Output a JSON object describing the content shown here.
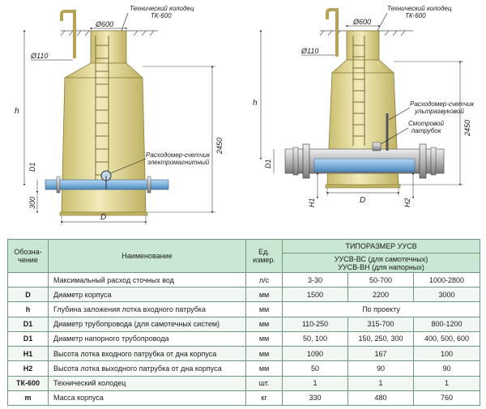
{
  "diagram_left": {
    "well_label_line1": "Технический колодец",
    "well_label_line2": "ТК-600",
    "neck_dim": "Ø600",
    "pipe_dim": "Ø110",
    "meter_label_line1": "Расходомер-счетчик",
    "meter_label_line2": "электромагнитный",
    "height_label": "h",
    "total_height": "2450",
    "d1_label": "D1",
    "bottom_dim": "300",
    "diameter_label": "D"
  },
  "diagram_right": {
    "well_label_line1": "Технический колодец",
    "well_label_line2": "ТК-600",
    "neck_dim": "Ø600",
    "pipe_dim": "Ø110",
    "meter_label_line1": "Расходомер-счетчик",
    "meter_label_line2": "ультразвуковой",
    "sight_label_line1": "Смотровой",
    "sight_label_line2": "патрубок",
    "height_label": "h",
    "total_height": "2450",
    "d1_label": "D1",
    "h1_label": "H1",
    "h2_label": "H2",
    "diameter_label": "D"
  },
  "table": {
    "col_code_line1": "Обозна-",
    "col_code_line2": "чение",
    "col_name": "Наименование",
    "col_unit_line1": "Ед.",
    "col_unit_line2": "измер.",
    "col_size": "ТИПОРАЗМЕР УУСВ",
    "col_size_sub_line1": "УУСВ-ВС (для самотечных)",
    "col_size_sub_line2": "УУСВ-ВН (для напорных)",
    "rows": [
      {
        "code": "",
        "name": "Максимальный расход сточных вод",
        "unit": "л/с",
        "v1": "3-30",
        "v2": "50-700",
        "v3": "1000-2800"
      },
      {
        "code": "D",
        "name": "Диаметр корпуса",
        "unit": "мм",
        "v1": "1500",
        "v2": "2200",
        "v3": "3000"
      },
      {
        "code": "h",
        "name": "Глубина заложения лотка входного патрубка",
        "unit": "мм",
        "merged": "По проекту"
      },
      {
        "code": "D1",
        "name": "Диаметр трубопровода (для самотечных систем)",
        "unit": "мм",
        "v1": "110-250",
        "v2": "315-700",
        "v3": "800-1200"
      },
      {
        "code": "D1",
        "name": "Диаметр напорного трубопровода",
        "unit": "мм",
        "v1": "50, 100",
        "v2": "150, 250, 300",
        "v3": "400, 500, 600"
      },
      {
        "code": "H1",
        "name": "Высота лотка входного патрубка от дна корпуса",
        "unit": "мм",
        "v1": "1090",
        "v2": "167",
        "v3": "100"
      },
      {
        "code": "H2",
        "name": "Высота лотка выходного патрубка от дна корпуса",
        "unit": "мм",
        "v1": "50",
        "v2": "90",
        "v3": "90"
      },
      {
        "code": "ТК-600",
        "name": "Технический колодец",
        "unit": "шт.",
        "v1": "1",
        "v2": "1",
        "v3": "1"
      },
      {
        "code": "m",
        "name": "Масса корпуса",
        "unit": "кг",
        "v1": "330",
        "v2": "480",
        "v3": "760"
      }
    ]
  },
  "colors": {
    "body": "#e9e0a0",
    "body_shade": "#c9bd6e",
    "pipe": "#7fb3de",
    "pipe_dark": "#4f86b8",
    "header_bg": "#c9e7d2",
    "grid": "#6f9a80"
  }
}
